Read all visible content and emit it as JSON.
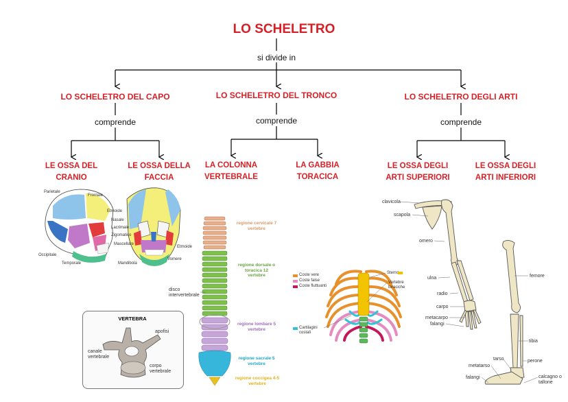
{
  "title": "LO SCHELETRO",
  "root_connector": "si divide in",
  "branches": [
    {
      "title": "LO SCHELETRO DEL CAPO",
      "connector": "comprende",
      "children": [
        "LE OSSA DEL CRANIO",
        "LE OSSA DELLA FACCIA"
      ]
    },
    {
      "title": "LO SCHELETRO DEL TRONCO",
      "connector": "comprende",
      "children": [
        "LA COLONNA VERTEBRALE",
        "LA GABBIA TORACICA"
      ]
    },
    {
      "title": "LO SCHELETRO DEGLI ARTI",
      "connector": "comprende",
      "children": [
        "LE OSSA DEGLI ARTI SUPERIORI",
        "LE OSSA DEGLI ARTI INFERIORI"
      ]
    }
  ],
  "skull_labels": [
    "Parietale",
    "Frontale",
    "Etmoide",
    "Nasale",
    "Lacrimale",
    "Zigomatico",
    "Mascellare",
    "Occipitale",
    "Temporale",
    "Mandibola",
    "Etmoide",
    "Vomere"
  ],
  "spine": {
    "regions": [
      {
        "name": "regione cervicale 7 vertebre",
        "color": "#d99a66"
      },
      {
        "name": "regione dorsale o toracica 12 vertebre",
        "color": "#6aa341"
      },
      {
        "name": "regione lombare 5 vertebre",
        "color": "#9b6fb5"
      },
      {
        "name": "regione sacrale 5 vertebre",
        "color": "#1fa9c9"
      },
      {
        "name": "regione coccigea 4-5 vertebre",
        "color": "#e2b21a"
      }
    ],
    "disc_label": "disco intervertebrale"
  },
  "vertebra": {
    "title": "VERTEBRA",
    "labels": [
      "apofisi",
      "canale vertebrale",
      "corpo vertebrale"
    ]
  },
  "ribcage": {
    "legend": [
      {
        "label": "Coste vere",
        "color": "#e8902b"
      },
      {
        "label": "Coste false",
        "color": "#e58bc0"
      },
      {
        "label": "Coste fluttuanti",
        "color": "#c2185b"
      }
    ],
    "labels": [
      "Sterno",
      "Vertebre toraciche",
      "Cartilagini costali"
    ],
    "cartilage_color": "#2ec4d6",
    "sternum_color": "#f2c300",
    "spine_color": "#5cb85c"
  },
  "arm_labels": [
    "clavicola",
    "scapola",
    "omero",
    "ulna",
    "radio",
    "carpo",
    "metacarpo",
    "falangi"
  ],
  "leg_labels": [
    "femore",
    "tibia",
    "perone",
    "tarso",
    "metatarso",
    "falangi",
    "calcagno o tallone"
  ]
}
